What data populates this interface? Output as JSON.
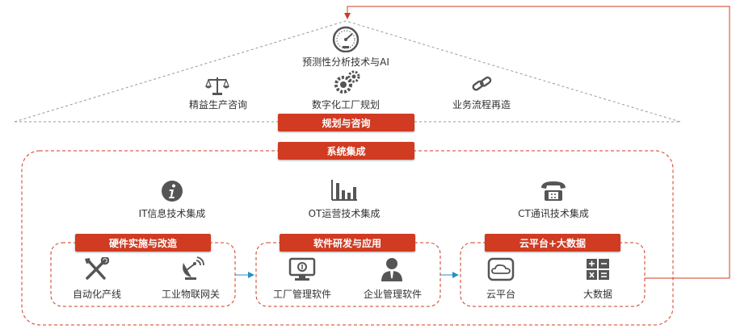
{
  "roof": {
    "top_item": {
      "label": "预测性分析技术与AI",
      "icon": "gauge-icon"
    },
    "items": [
      {
        "label": "精益生产咨询",
        "icon": "scale-icon"
      },
      {
        "label": "数字化工厂规划",
        "icon": "gears-icon"
      },
      {
        "label": "业务流程再造",
        "icon": "chain-link-icon"
      }
    ]
  },
  "banners": {
    "planning": "规划与咨询",
    "integration": "系统集成"
  },
  "integration": {
    "columns": [
      {
        "label": "IT信息技术集成",
        "icon": "info-icon"
      },
      {
        "label": "OT运营技术集成",
        "icon": "bar-chart-icon"
      },
      {
        "label": "CT通讯技术集成",
        "icon": "telephone-icon"
      }
    ]
  },
  "groups": [
    {
      "title": "硬件实施与改造",
      "items": [
        {
          "label": "自动化产线",
          "icon": "tools-icon"
        },
        {
          "label": "工业物联网关",
          "icon": "satellite-dish-icon"
        }
      ]
    },
    {
      "title": "软件研发与应用",
      "items": [
        {
          "label": "工厂管理软件",
          "icon": "monitor-icon"
        },
        {
          "label": "企业管理软件",
          "icon": "user-icon"
        }
      ]
    },
    {
      "title": "云平台+大数据",
      "items": [
        {
          "label": "云平台",
          "icon": "cloud-icon"
        },
        {
          "label": "大数据",
          "icon": "calculator-icon"
        }
      ]
    }
  ],
  "colors": {
    "accent": "#d03b22",
    "icon": "#555555",
    "arrow_blue": "#2a8fc1"
  }
}
